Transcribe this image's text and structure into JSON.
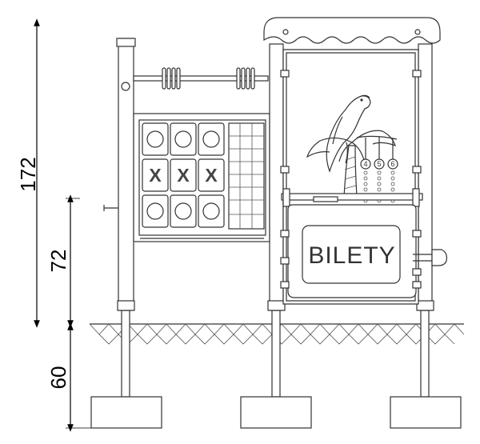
{
  "dimensions": {
    "total_height": "172",
    "platform_height": "72",
    "foundation_depth": "60"
  },
  "sign": {
    "label": "BILETY"
  },
  "abacus": {
    "numbers": [
      "4",
      "5",
      "6"
    ]
  },
  "tictactoe": {
    "cells": [
      "",
      "",
      "",
      "X",
      "X",
      "X",
      "",
      "",
      ""
    ]
  }
}
